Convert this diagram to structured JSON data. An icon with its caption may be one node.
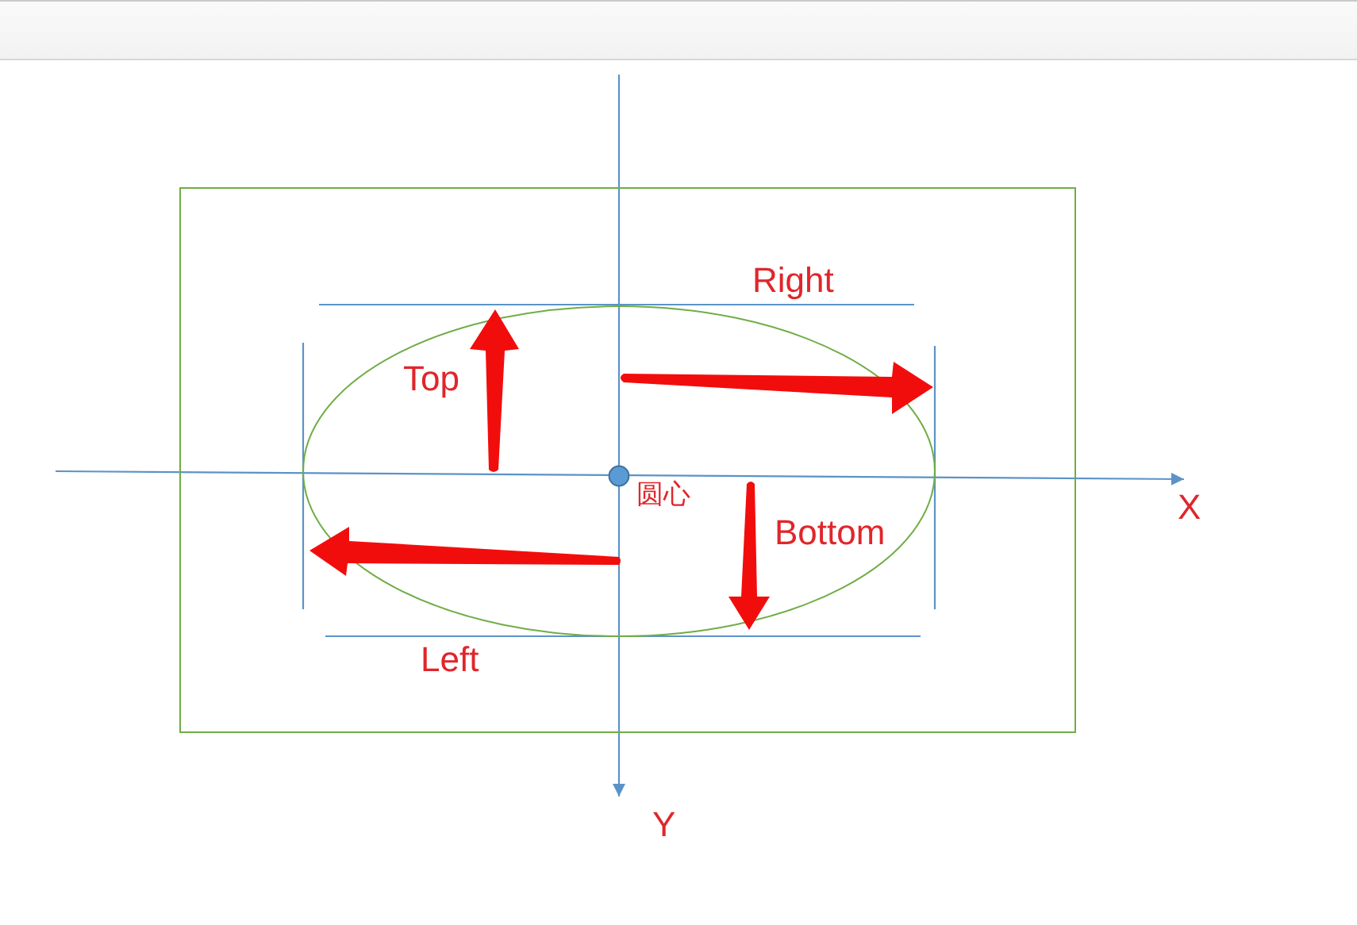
{
  "diagram": {
    "nodes": [
      {
        "text": [],
        "shape": "bar"
      },
      {
        "text": [],
        "shape": "box"
      },
      {
        "text": [],
        "shape": "ellipse",
        "in": 1
      }
    ],
    "labels": [
      "Right",
      "Top",
      "圆心",
      "X",
      "Bottom",
      "Left",
      "Y"
    ]
  }
}
